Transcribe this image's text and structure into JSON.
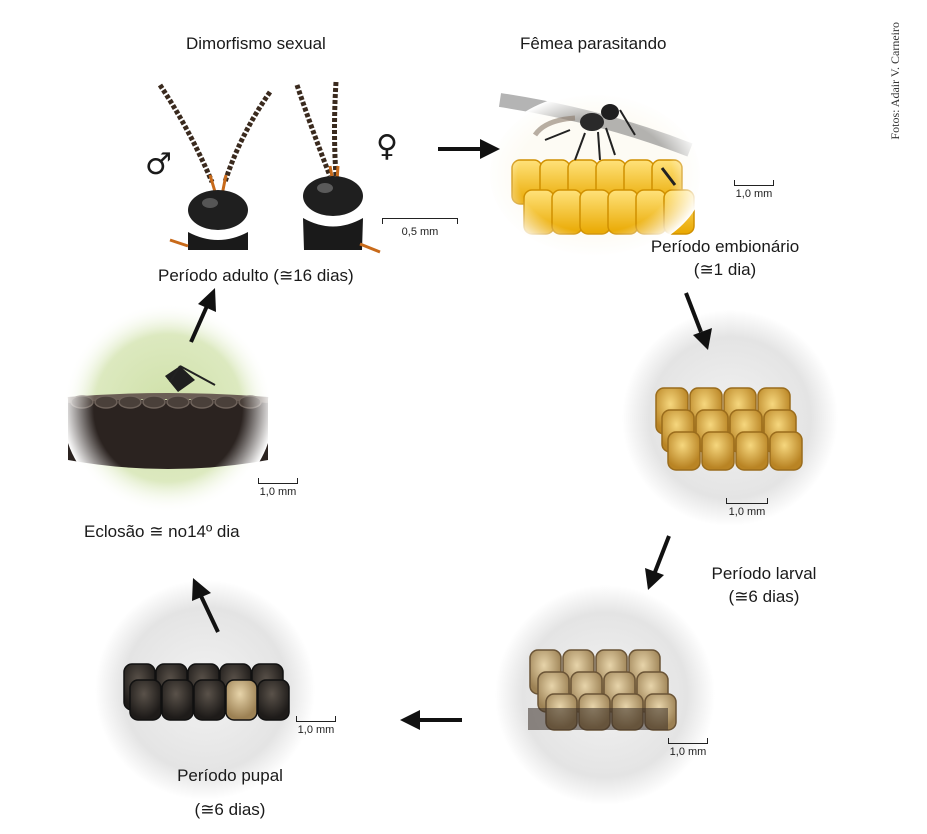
{
  "labels": {
    "dimorfismo": "Dimorfismo sexual",
    "femea": "Fêmea parasitando",
    "adulto": "Período adulto (≅16 dias)",
    "embrionario_1": "Período embionário",
    "embrionario_2": "(≅1 dia)",
    "larval_1": "Período larval",
    "larval_2": "(≅6 dias)",
    "pupal_1": "Período pupal",
    "pupal_2": "(≅6 dias)",
    "eclosao": "Eclosão ≅  no14º dia",
    "credit": "Fotos: Adair V. Carneiro"
  },
  "symbols": {
    "male": "♂",
    "female": "♀"
  },
  "scale_bars": {
    "adult": "0,5 mm",
    "female_photo": "1,0 mm",
    "embryo_photo": "1,0 mm",
    "larval_photo": "1,0 mm",
    "pupal_photo": "1,0 mm",
    "eclosion_photo": "1,0  mm"
  },
  "colors": {
    "egg_yellow": "#f2c200",
    "egg_amber": "#d8a43a",
    "egg_dark": "#3a3430",
    "wasp_black": "#1c1c1c",
    "arrow": "#111111"
  },
  "icons": [
    "arrow-right-icon",
    "arrow-down-icon",
    "arrow-left-icon",
    "arrow-up-icon"
  ]
}
